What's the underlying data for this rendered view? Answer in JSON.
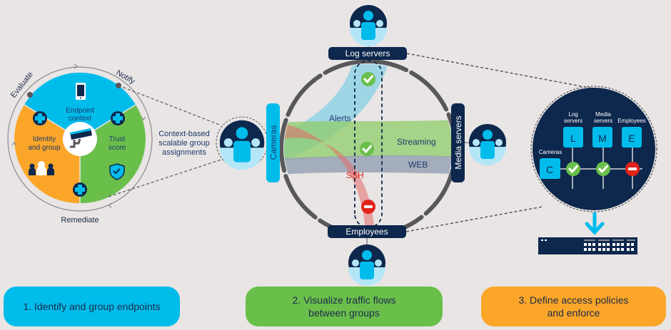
{
  "colors": {
    "background": "#e8e5e4",
    "navy": "#0d274d",
    "cyan": "#00bceb",
    "green": "#6abf4b",
    "orange": "#fba629",
    "red": "#e2231a",
    "ring": "#58585b"
  },
  "lifecycle": {
    "stages": [
      "Evaluate",
      "Notify",
      "Remediate"
    ],
    "segments": [
      {
        "label": "Endpoint context",
        "icon": "smartphone-icon"
      },
      {
        "label": "Identity and group",
        "icon": "people-icon"
      },
      {
        "label": "Trust score",
        "icon": "shield-check-icon"
      }
    ],
    "center_icon": "security-camera-icon",
    "caption": "Context-based scalable group assignments"
  },
  "flows": {
    "groups": {
      "top": "Log servers",
      "left": "Cameras",
      "right": "Media servers",
      "bottom": "Employees"
    },
    "traffic": [
      {
        "label": "Alerts",
        "status": "allowed"
      },
      {
        "label": "Streaming",
        "status": "allowed"
      },
      {
        "label": "WEB",
        "status": "none"
      },
      {
        "label": "SSH",
        "status": "denied"
      }
    ]
  },
  "policy": {
    "source": {
      "label": "Cameras",
      "letter": "C"
    },
    "destinations": [
      {
        "label": "Log servers",
        "letter": "L",
        "status": "allowed"
      },
      {
        "label": "Media servers",
        "letter": "M",
        "status": "allowed"
      },
      {
        "label": "Employees",
        "letter": "E",
        "status": "denied"
      }
    ],
    "device_icon": "network-switch-icon"
  },
  "steps": [
    {
      "label": "1. Identify and group endpoints"
    },
    {
      "label": "2. Visualize traffic flows\nbetween groups"
    },
    {
      "label": "3. Define access policies\nand enforce"
    }
  ]
}
